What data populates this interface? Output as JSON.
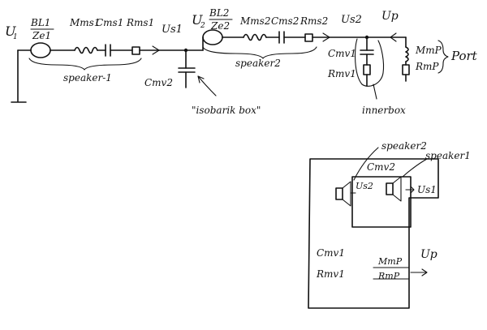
{
  "schematic": {
    "sources": {
      "u1": "U",
      "u1_sub": "1",
      "u2": "U",
      "u2_sub": "2",
      "ratio1_num": "BL1",
      "ratio1_den": "Ze1",
      "ratio2_num": "BL2",
      "ratio2_den": "Ze2"
    },
    "components": {
      "mms1": "Mms1",
      "cms1": "Cms1",
      "rms1": "Rms1",
      "us1": "Us1",
      "cmv2": "Cmv2",
      "mms2": "Mms2",
      "cms2": "Cms2",
      "rms2": "Rms2",
      "us2": "Us2",
      "up": "Up",
      "cmv1": "Cmv1",
      "rmv1": "Rmv1",
      "mmp": "MmP",
      "rmp": "RmP"
    },
    "braces": {
      "speaker1": "speaker-1",
      "speaker2": "speaker2",
      "port": "Port"
    },
    "annotations": {
      "isobarik": "\"isobarik box\"",
      "innerbox": "innerbox"
    }
  },
  "box_sketch": {
    "speaker2": "speaker2",
    "speaker1": "speaker1",
    "cmv2": "Cmv2",
    "us2": "Us2",
    "us1": "Us1",
    "cmv1": "Cmv1",
    "rmv1": "Rmv1",
    "mmp": "MmP",
    "rmp": "RmP",
    "up": "Up"
  }
}
